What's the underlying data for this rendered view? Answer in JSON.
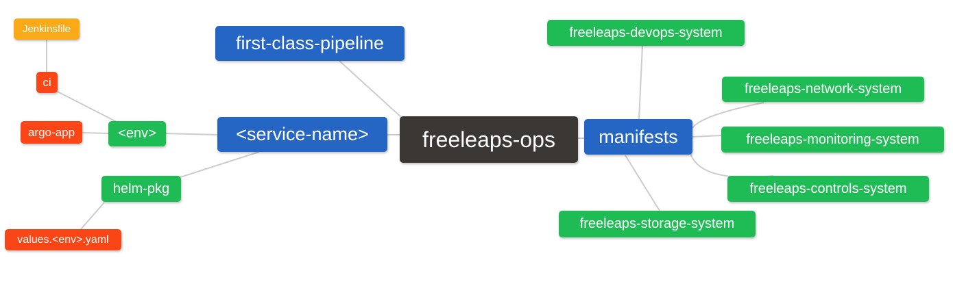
{
  "nodes": {
    "root": {
      "label": "freeleaps-ops"
    },
    "first_class_pipeline": {
      "label": "first-class-pipeline"
    },
    "service_name": {
      "label": "<service-name>"
    },
    "manifests": {
      "label": "manifests"
    },
    "env": {
      "label": "<env>"
    },
    "helm_pkg": {
      "label": "helm-pkg"
    },
    "ci": {
      "label": "ci"
    },
    "argo_app": {
      "label": "argo-app"
    },
    "jenkinsfile": {
      "label": "Jenkinsfile"
    },
    "values_env_yaml": {
      "label": "values.<env>.yaml"
    },
    "devops_system": {
      "label": "freeleaps-devops-system"
    },
    "network_system": {
      "label": "freeleaps-network-system"
    },
    "monitoring_system": {
      "label": "freeleaps-monitoring-system"
    },
    "controls_system": {
      "label": "freeleaps-controls-system"
    },
    "storage_system": {
      "label": "freeleaps-storage-system"
    }
  },
  "edges": [
    {
      "from": "ci",
      "to": "jenkinsfile"
    },
    {
      "from": "env",
      "to": "ci"
    },
    {
      "from": "env",
      "to": "argo_app"
    },
    {
      "from": "service_name",
      "to": "env"
    },
    {
      "from": "service_name",
      "to": "helm_pkg"
    },
    {
      "from": "helm_pkg",
      "to": "values_env_yaml"
    },
    {
      "from": "root",
      "to": "first_class_pipeline"
    },
    {
      "from": "root",
      "to": "service_name"
    },
    {
      "from": "root",
      "to": "manifests"
    },
    {
      "from": "manifests",
      "to": "devops_system"
    },
    {
      "from": "manifests",
      "to": "network_system"
    },
    {
      "from": "manifests",
      "to": "monitoring_system"
    },
    {
      "from": "manifests",
      "to": "controls_system"
    },
    {
      "from": "manifests",
      "to": "storage_system"
    }
  ],
  "colors": {
    "root_bg": "#3b3734",
    "level1_bg": "#2566c5",
    "level2_bg": "#1fbc55",
    "level3_bg": "#fa4616",
    "level4_bg": "#faa919",
    "edge": "#cccccc",
    "text": "#ffffff",
    "background": "#ffffff"
  }
}
